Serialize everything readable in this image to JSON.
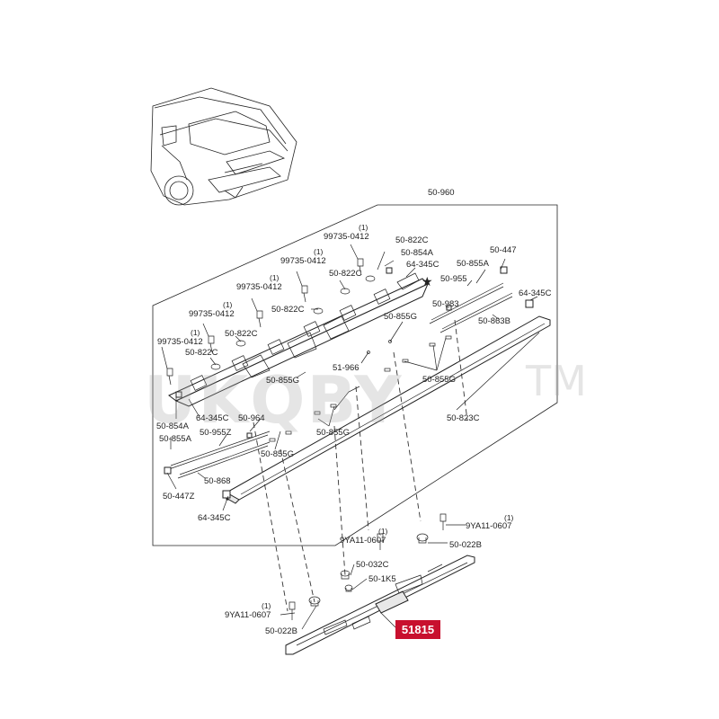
{
  "colors": {
    "badge_bg": "#c8102e",
    "badge_text": "#ffffff",
    "line": "#222222"
  },
  "watermark": {
    "text": "UKQBY",
    "tm": "TM"
  },
  "badge": {
    "text": "51815"
  },
  "labels": {
    "l_50_960": "50-960",
    "l_99735_a_qty": "(1)",
    "l_99735_a": "99735-0412",
    "l_99735_b_qty": "(1)",
    "l_99735_b": "99735-0412",
    "l_99735_c_qty": "(1)",
    "l_99735_c": "99735-0412",
    "l_99735_d_qty": "(1)",
    "l_99735_d": "99735-0412",
    "l_99735_e_qty": "(1)",
    "l_99735_e": "99735-0412",
    "l_50_822c_a": "50-822C",
    "l_50_854a_a": "50-854A",
    "l_64_345c_a": "64-345C",
    "l_50_822c_b": "50-822C",
    "l_50_822c_c": "50-822C",
    "l_50_822c_d": "50-822C",
    "l_50_822c_e": "50-822C",
    "l_50_447_a": "50-447",
    "l_50_855a_a": "50-855A",
    "l_50_955_a": "50-955",
    "l_64_345c_b": "64-345C",
    "l_50_983": "50-983",
    "l_50_863b": "50-863B",
    "l_50_855g_a": "50-855G",
    "l_51_966": "51-966",
    "l_50_855g_b": "50-855G",
    "l_50_855g_c": "50-855G",
    "l_50_964": "50-964",
    "l_50_854a_b": "50-854A",
    "l_64_345c_c": "64-345C",
    "l_50_855a_b": "50-855A",
    "l_50_955z": "50-955Z",
    "l_50_855g_d": "50-855G",
    "l_50_855g_e": "50-855G",
    "l_50_823c": "50-823C",
    "l_50_447z": "50-447Z",
    "l_50_868": "50-868",
    "l_64_345c_d": "64-345C",
    "l_9ya_a_qty": "(1)",
    "l_9ya_a": "9YA11-0607",
    "l_9ya_b_qty": "(1)",
    "l_9ya_b": "9YA11-0607",
    "l_9ya_c_qty": "(1)",
    "l_9ya_c": "9YA11-0607",
    "l_50_022b_a": "50-022B",
    "l_50_032c": "50-032C",
    "l_50_1k5": "50-1K5",
    "l_50_022b_b": "50-022B"
  }
}
